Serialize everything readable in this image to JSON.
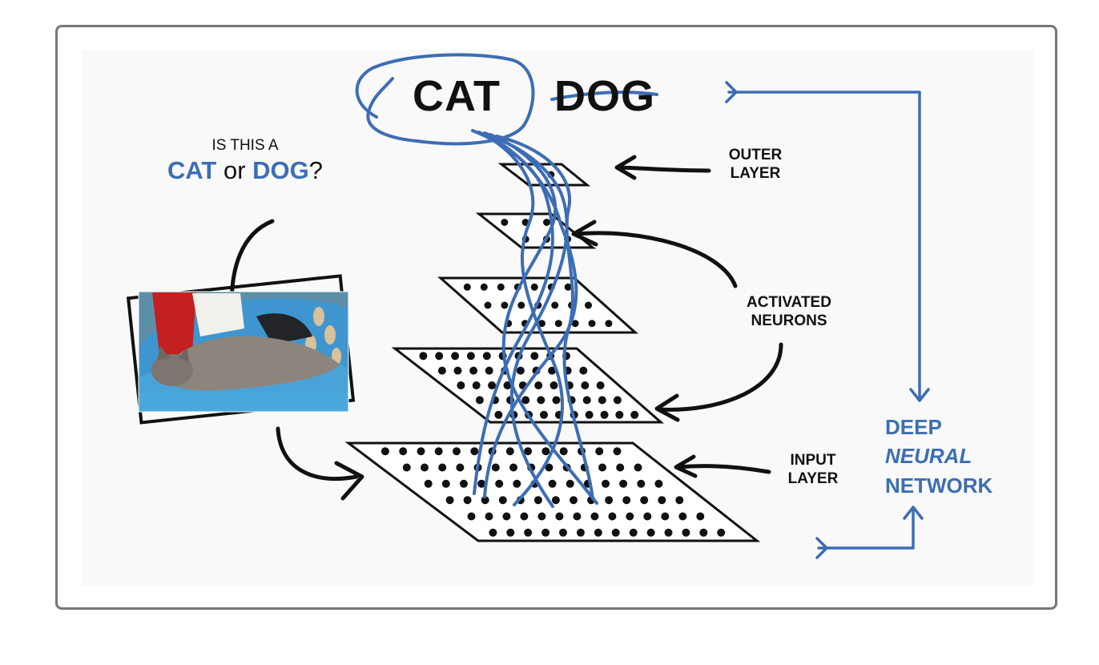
{
  "colors": {
    "accent": "#3d6db4",
    "ink": "#111111",
    "frame": "#777777"
  },
  "classes": {
    "chosen": "CAT",
    "rejected": "DOG"
  },
  "question": {
    "line1": "IS THIS A",
    "cat": "CAT",
    "or": " or ",
    "dog": "DOG",
    "mark": "?"
  },
  "labels": {
    "outer": [
      "OUTER",
      "LAYER"
    ],
    "activated": [
      "ACTIVATED",
      "NEURONS"
    ],
    "input": [
      "INPUT",
      "LAYER"
    ]
  },
  "network": [
    "DEEP",
    "NEURAL",
    "NETWORK"
  ],
  "photo": {
    "subject": "cat lying in a blue laundry basket"
  },
  "icons": [
    "hand-drawn-arrow-icon",
    "blue-bracket-arrow-icon"
  ]
}
